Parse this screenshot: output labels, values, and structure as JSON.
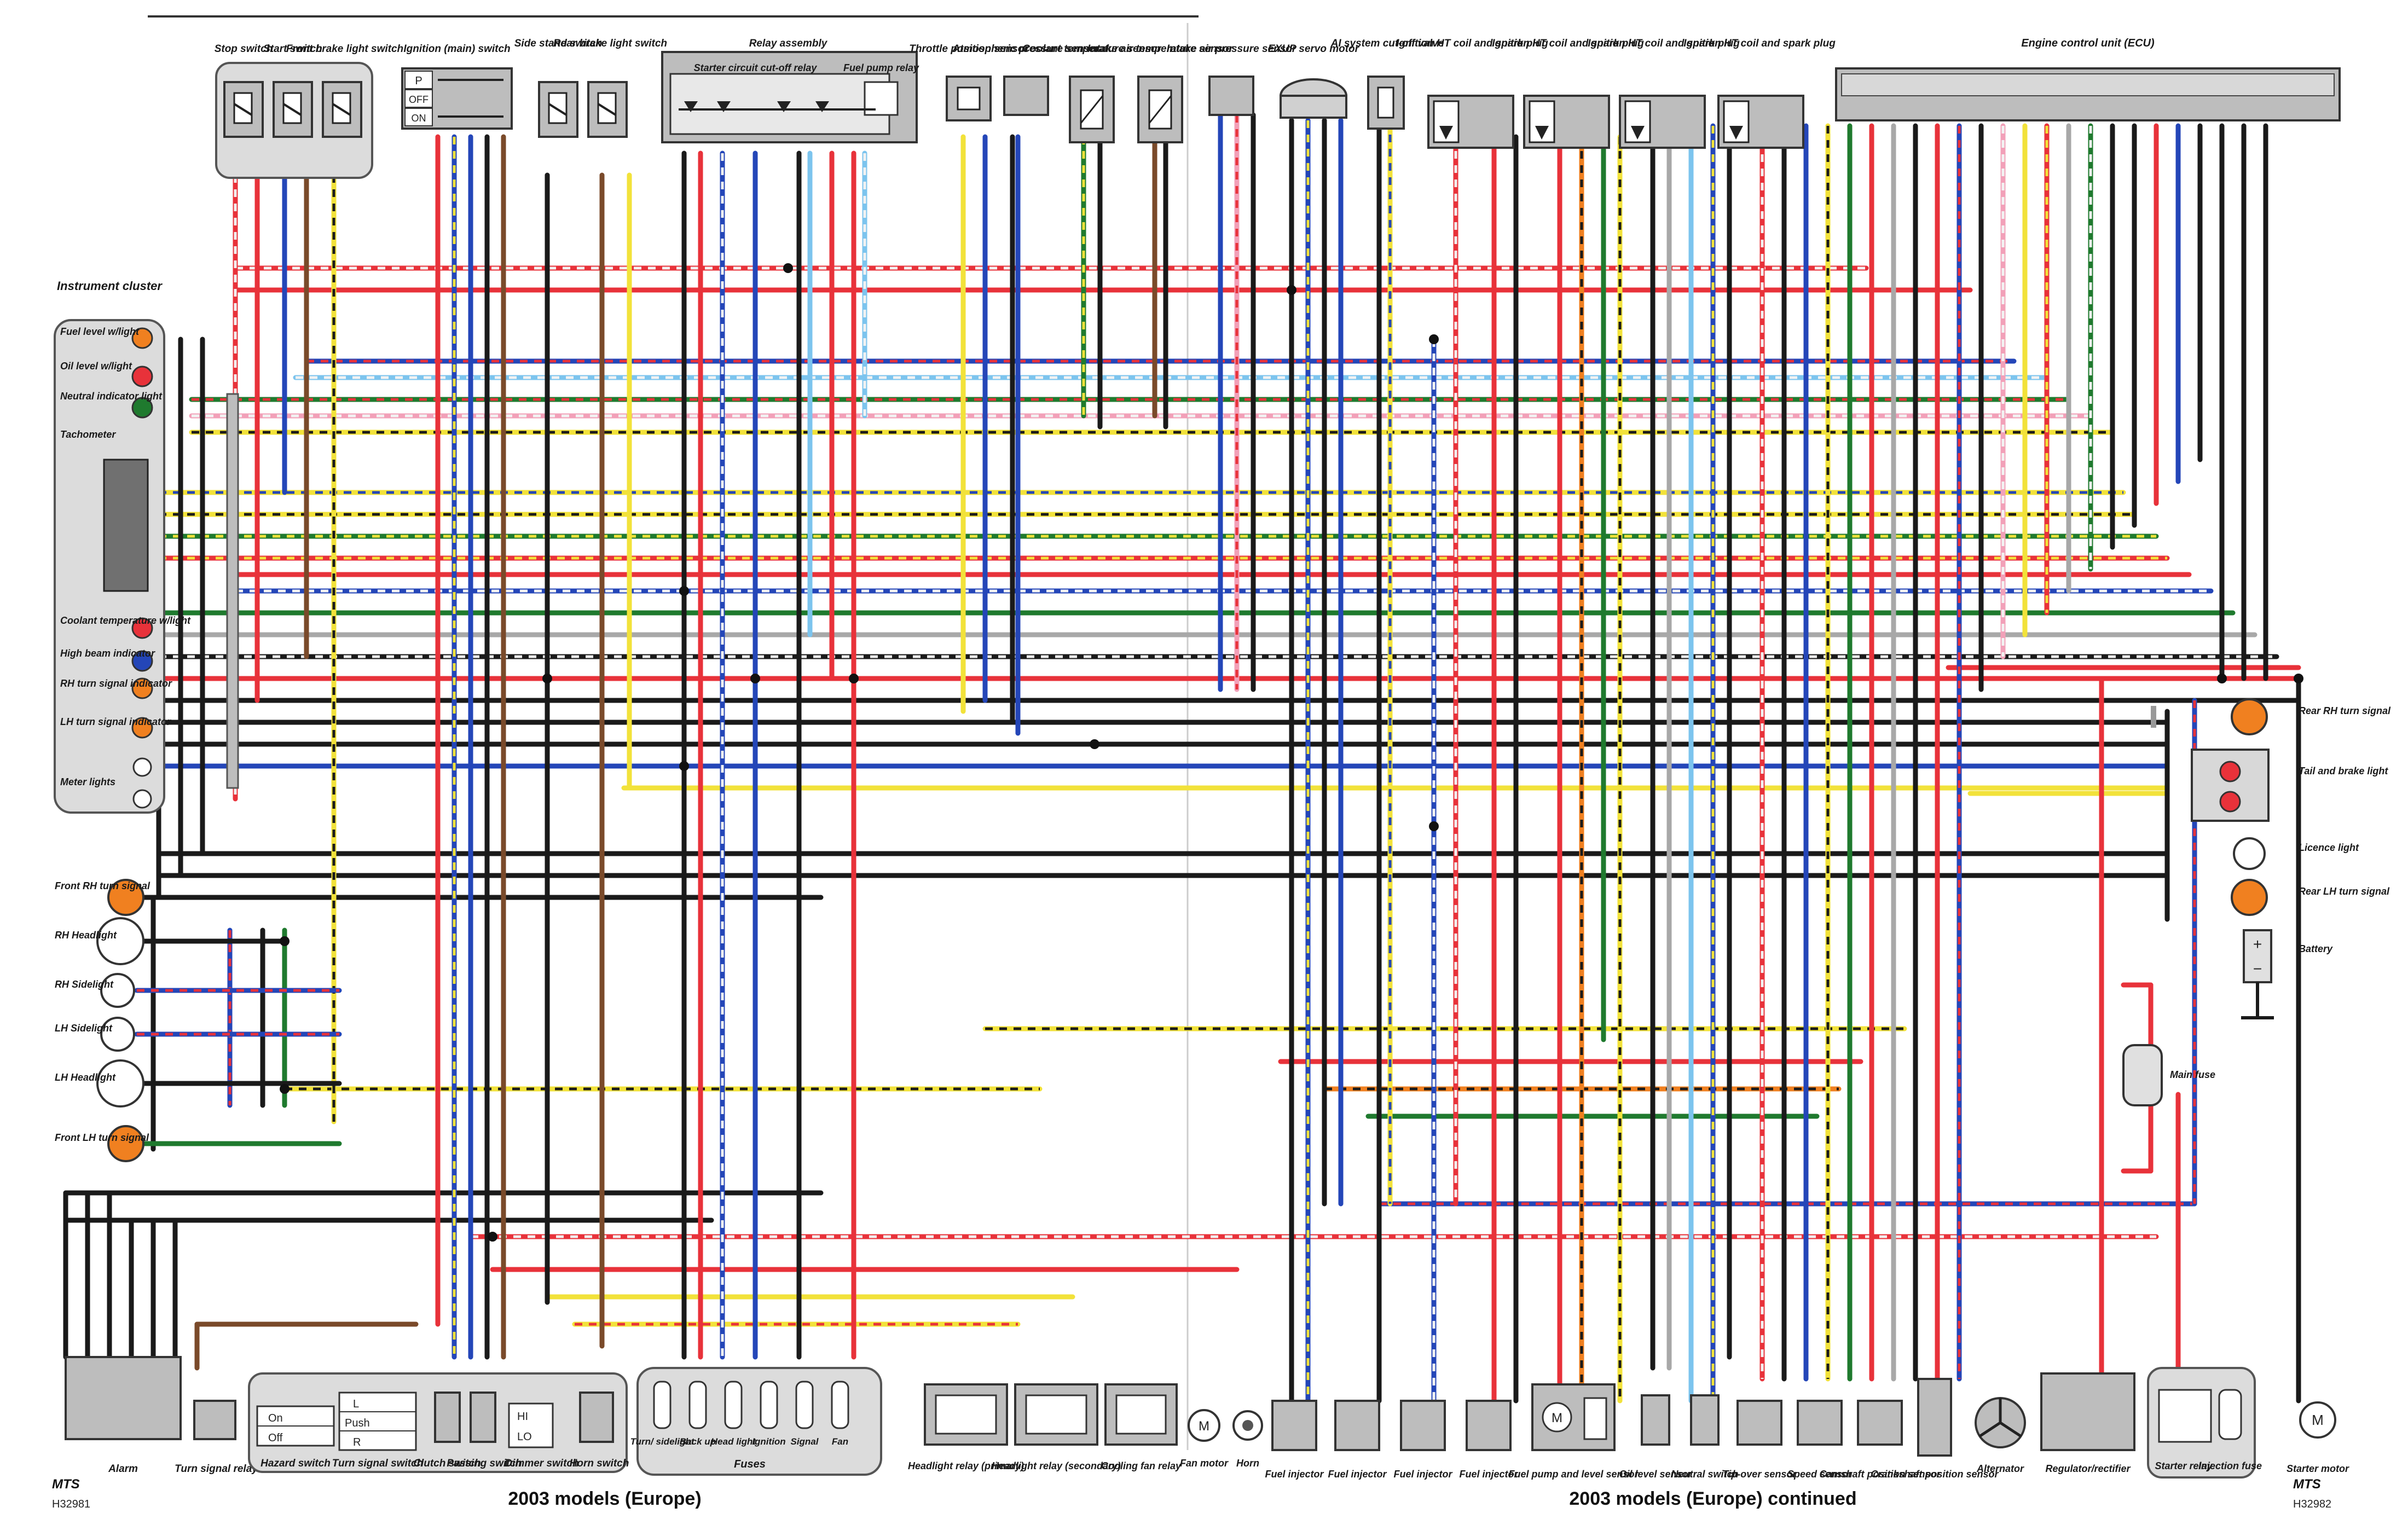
{
  "titles": {
    "left": "2003 models (Europe)",
    "right": "2003 models (Europe) continued",
    "mts_left": "MTS",
    "code_left": "H32981",
    "mts_right": "MTS",
    "code_right": "H32982"
  },
  "top_components": [
    {
      "id": "stop",
      "label": "Stop switch"
    },
    {
      "id": "start",
      "label": "Start switch"
    },
    {
      "id": "front-brake",
      "label": "Front brake light switch"
    },
    {
      "id": "ignition-main",
      "label": "Ignition (main) switch"
    },
    {
      "id": "side-stand",
      "label": "Side stand switch"
    },
    {
      "id": "rear-brake",
      "label": "Rear brake light switch"
    },
    {
      "id": "relay-assembly",
      "label": "Relay assembly"
    },
    {
      "id": "throttle",
      "label": "Throttle position sensor"
    },
    {
      "id": "atmospheric",
      "label": "Atmospheric pressure sensor"
    },
    {
      "id": "coolant-temp",
      "label": "Coolant temperature sensor"
    },
    {
      "id": "intake-air-temp",
      "label": "Intake air temperature sensor"
    },
    {
      "id": "intake-air-pressure",
      "label": "Intake air pressure sensor"
    },
    {
      "id": "exup",
      "label": "EXUP servo motor"
    },
    {
      "id": "ai-valve",
      "label": "AI system cut-off valve"
    },
    {
      "id": "coil1",
      "label": "Ignition HT coil and spark plug"
    },
    {
      "id": "coil2",
      "label": "Ignition HT coil and spark plug"
    },
    {
      "id": "coil3",
      "label": "Ignition HT coil and spark plug"
    },
    {
      "id": "coil4",
      "label": "Ignition HT coil and spark plug"
    },
    {
      "id": "ecu",
      "label": "Engine control unit (ECU)"
    }
  ],
  "relay_assembly": {
    "starter_relay": "Starter circuit cut-off relay",
    "fuel_pump_relay": "Fuel pump relay"
  },
  "ignition_positions": [
    "P",
    "OFF",
    "ON"
  ],
  "instrument_cluster": {
    "title": "Instrument cluster",
    "items": [
      "Fuel level w/light",
      "Oil level w/light",
      "Neutral indicator light",
      "Tachometer",
      "Coolant temperature w/light",
      "High beam indicator",
      "RH turn signal indicator",
      "LH turn signal indicator",
      "Meter lights"
    ]
  },
  "left_lights": [
    "Front RH turn signal",
    "RH Headlight",
    "RH Sidelight",
    "LH Sidelight",
    "LH Headlight",
    "Front LH turn signal"
  ],
  "right_lights": [
    "Rear RH turn signal",
    "Tail and brake light",
    "Licence light",
    "Rear LH turn signal",
    "Battery",
    "Main fuse"
  ],
  "bottom_components": [
    "Alarm",
    "Turn signal relay",
    "Hazard switch",
    "Turn signal switch",
    "Clutch switch",
    "Passing switch",
    "Dimmer switch",
    "Horn switch",
    "Headlight relay (primary)",
    "Headlight relay (secondary)",
    "Cooling fan relay",
    "Fan motor",
    "Horn",
    "Fuel injector",
    "Fuel injector",
    "Fuel injector",
    "Fuel injector",
    "Fuel pump and level sensor",
    "Oil level sensor",
    "Neutral switch",
    "Tip-over sensor",
    "Speed sensor",
    "Camshaft position sensor",
    "Crankshaft position sensor",
    "Alternator",
    "Regulator/rectifier",
    "Starter relay",
    "Injection fuse",
    "Starter motor"
  ],
  "fuses": {
    "group_label": "Fuses",
    "items": [
      "Turn/ sidelight",
      "Back up",
      "Head light",
      "Ignition",
      "Signal",
      "Fan"
    ]
  },
  "switch_positions": {
    "hazard": [
      "On",
      "Off"
    ],
    "turn": [
      "L",
      "Push",
      "R"
    ],
    "dimmer": [
      "HI",
      "LO"
    ]
  },
  "motor_glyph": "M",
  "battery_terminals": [
    "+",
    "−"
  ],
  "wire_colors": {
    "red": "#e8323a",
    "blue": "#2446b8",
    "black": "#1a1a1a",
    "yellow": "#f2e23a",
    "green": "#1f7a2e",
    "brown": "#7a4a2a",
    "orange": "#f08020",
    "pink": "#f2a0b8",
    "lightblue": "#7cc4ee",
    "grey": "#a8a8a8",
    "white": "#f2f2f2"
  }
}
